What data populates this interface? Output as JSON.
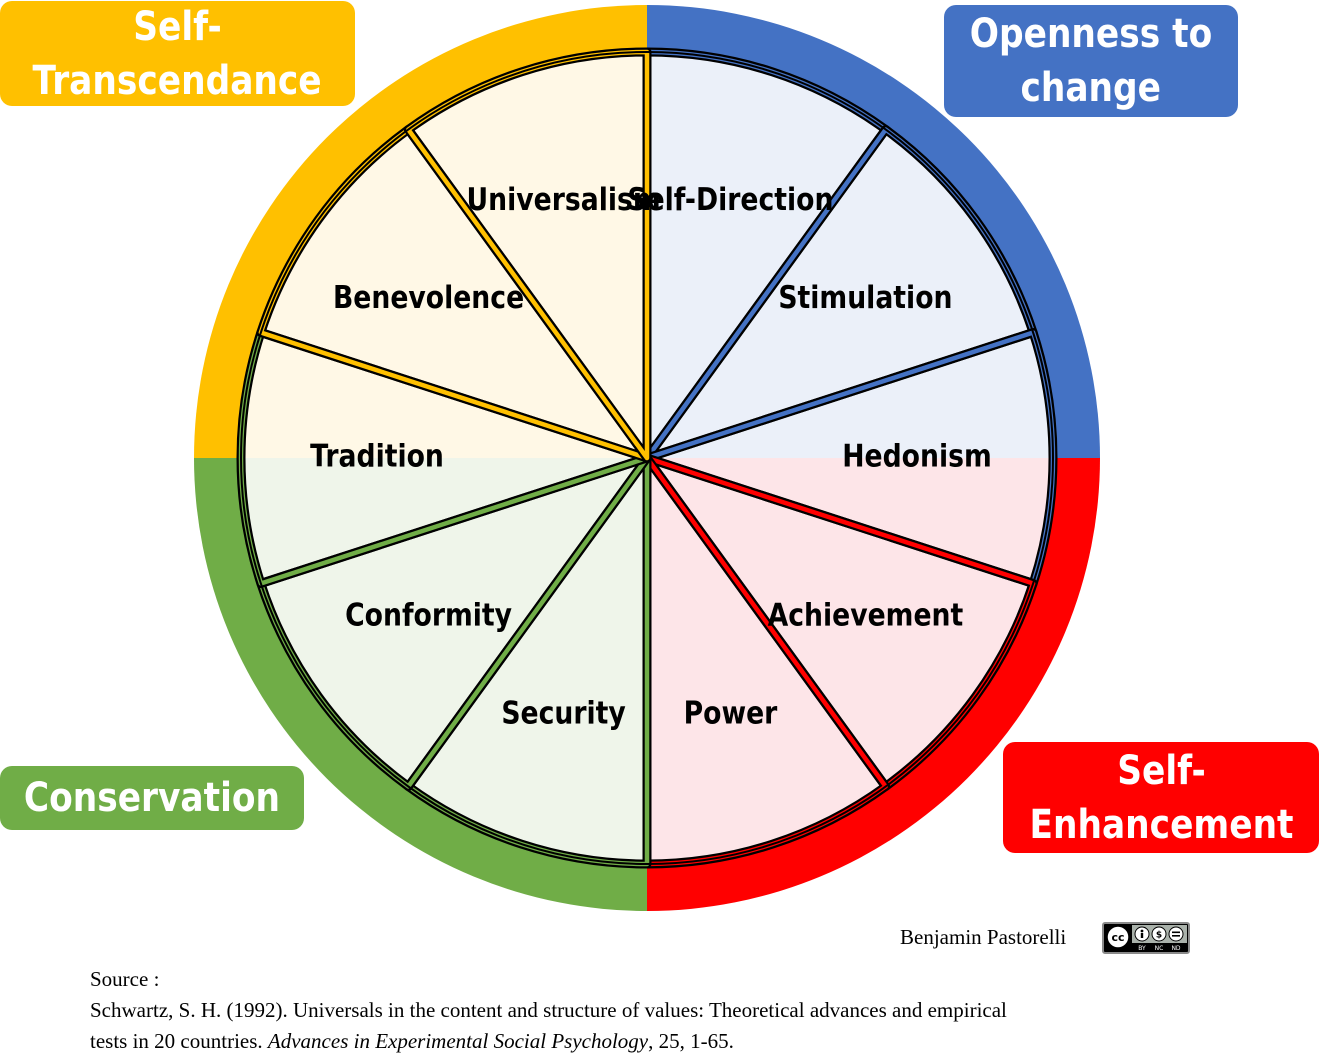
{
  "segments": [
    {
      "label": "Self-Direction",
      "group": 0
    },
    {
      "label": "Stimulation",
      "group": 0
    },
    {
      "label": "Hedonism",
      "group": 0
    },
    {
      "label": "Achievement",
      "group": 1
    },
    {
      "label": "Power",
      "group": 1
    },
    {
      "label": "Security",
      "group": 2
    },
    {
      "label": "Conformity",
      "group": 2
    },
    {
      "label": "Tradition",
      "group": 2
    },
    {
      "label": "Benevolence",
      "group": 3
    },
    {
      "label": "Universalism",
      "group": 3
    }
  ],
  "groups": [
    {
      "label_line1": "Openness to",
      "label_line2": "change",
      "color": "#4472C4",
      "fill": "#EBF0F9"
    },
    {
      "label_line1": "Self-",
      "label_line2": "Enhancement",
      "color": "#FF0000",
      "fill": "#FDE5E8"
    },
    {
      "label_line1": "Conservation",
      "label_line2": "",
      "color": "#70AD47",
      "fill": "#EFF5EA"
    },
    {
      "label_line1": "Self-",
      "label_line2": "Transcendance",
      "color": "#FFC000",
      "fill": "#FFF8E6"
    }
  ],
  "credit": {
    "author": "Benjamin Pastorelli",
    "license_icon": "cc-by-nc-nd-icon",
    "license_terms": [
      "BY",
      "NC",
      "ND"
    ]
  },
  "source": {
    "heading": "Source :",
    "citation_line1": "Schwartz, S. H. (1992). Universals in the content and structure of values: Theoretical advances and empirical",
    "citation_line2_start": "tests in 20 countries. ",
    "journal": "Advances in Experimental Social Psychology",
    "citation_line2_end": ", 25, 1-65."
  }
}
